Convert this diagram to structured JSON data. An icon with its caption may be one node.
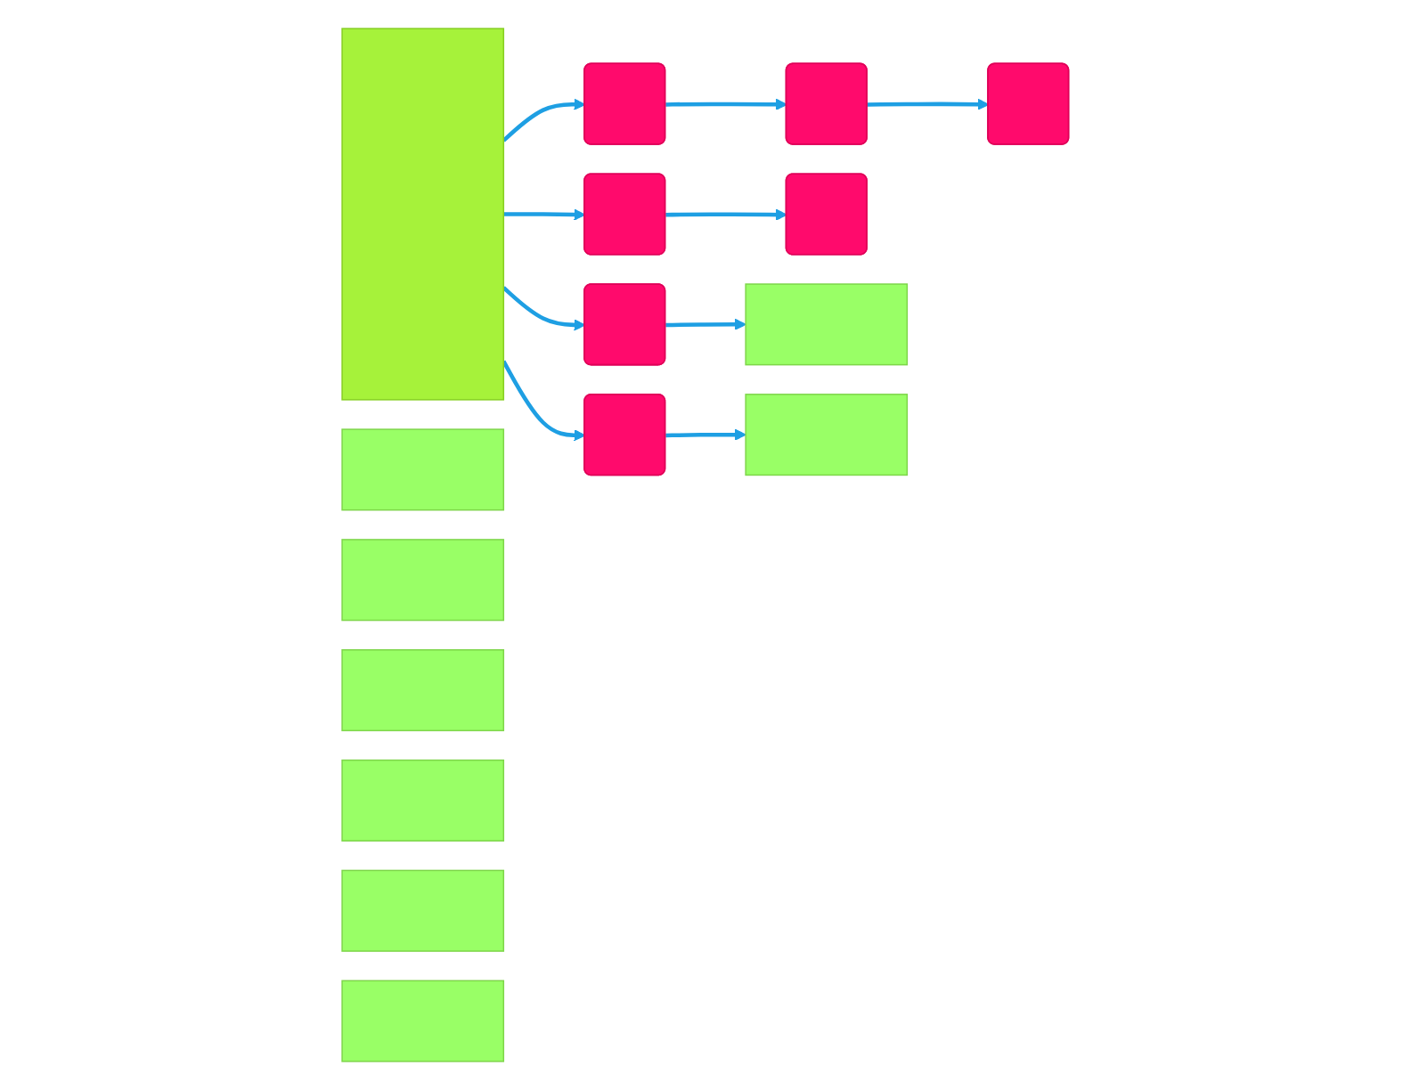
{
  "diagram": {
    "nodes": [
      {
        "text": [],
        "shape": "box"
      },
      {
        "text": [],
        "shape": "box"
      },
      {
        "text": [],
        "shape": "box"
      },
      {
        "text": [],
        "shape": "box"
      },
      {
        "text": [],
        "shape": "box"
      },
      {
        "text": [],
        "shape": "box"
      },
      {
        "text": [],
        "shape": "box"
      },
      {
        "text": [],
        "shape": "box"
      },
      {
        "text": [],
        "shape": "box"
      },
      {
        "text": [],
        "shape": "box"
      },
      {
        "text": [],
        "shape": "box"
      },
      {
        "text": [],
        "shape": "box"
      },
      {
        "text": [],
        "shape": "box"
      },
      {
        "text": [],
        "shape": "box"
      },
      {
        "text": [],
        "shape": "box"
      },
      {
        "text": [],
        "shape": "box"
      }
    ],
    "edges": [
      {
        "from": 0,
        "to": 2,
        "arrow": "to"
      },
      {
        "from": 2,
        "to": 3,
        "arrow": "to"
      },
      {
        "from": 3,
        "to": 4,
        "arrow": "to"
      },
      {
        "from": 0,
        "to": 8,
        "arrow": "to"
      },
      {
        "from": 8,
        "to": 9,
        "arrow": "to"
      },
      {
        "from": 0,
        "to": 12,
        "arrow": "to"
      },
      {
        "from": 12,
        "to": 13,
        "arrow": "to"
      },
      {
        "from": 0,
        "to": 14,
        "arrow": "to"
      },
      {
        "from": 14,
        "to": 15,
        "arrow": "to"
      }
    ]
  }
}
